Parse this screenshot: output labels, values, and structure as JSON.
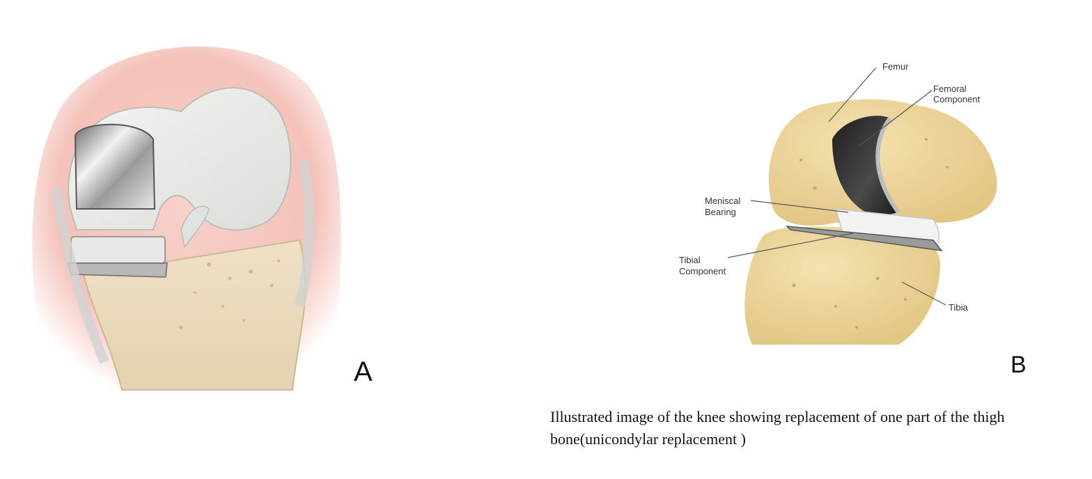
{
  "panels": {
    "a": {
      "letter": "A"
    },
    "b": {
      "letter": "B",
      "labels": {
        "femur": "Femur",
        "femoral_component_1": "Femoral",
        "femoral_component_2": "Component",
        "meniscal_bearing_1": "Meniscal",
        "meniscal_bearing_2": "Bearing",
        "tibial_component_1": "Tibial",
        "tibial_component_2": "Component",
        "tibia": "Tibia"
      }
    }
  },
  "caption": {
    "line1": "Illustrated image of the knee showing replacement of one part of the thigh",
    "line2": "bone(unicondylar  replacement )"
  },
  "colors": {
    "skin": "#f0b8b0",
    "bone": "#e8dcc0",
    "femur_bone": "#efefec",
    "metal": "#c8c8c8",
    "implant_dark": "#2b2b2b",
    "tibia_yellow": "#ecd79c"
  }
}
